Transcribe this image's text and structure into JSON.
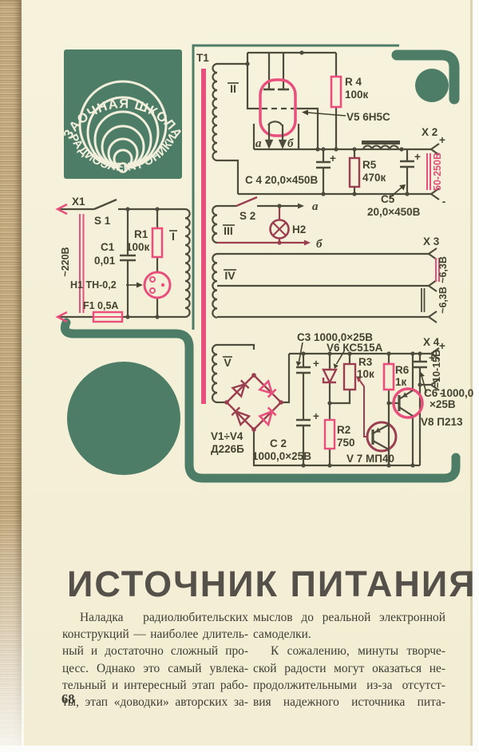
{
  "page": {
    "number": "68",
    "title": "ИСТОЧНИК ПИТАНИЯ"
  },
  "logo": {
    "arc_top": "ЗАОЧНАЯ ШКОЛА",
    "arc_bottom": "РАДИОЭЛЕКТРОНИКИ"
  },
  "colors": {
    "green": "#4d7d66",
    "pink": "#e84f7c",
    "maroon": "#9a3e50",
    "wire": "#4e4c3d",
    "cream": "#f4f0d9"
  },
  "schematic": {
    "labels": {
      "plus": "+",
      "minus": "-",
      "t1": "Т1",
      "x1": "X1",
      "s1": "S 1",
      "c1": "С1",
      "c1v": "0,01",
      "r1": "R1",
      "r1v": "100к",
      "w1": "I",
      "h1": "Н1 ТН-0,2",
      "f1": "F1 0,5А",
      "v220": "~220В",
      "w2": "II",
      "v5": "V5 6Н5С",
      "r4": "R 4",
      "r4v": "100к",
      "tube_a": "а",
      "tube_b": "б",
      "c4": "С 4 20,0×450В",
      "r5": "R5",
      "r5v": "470к",
      "c5": "С5",
      "c5v": "20,0×450В",
      "x2": "X 2",
      "x2v": "50-250В",
      "s2": "S 2",
      "h2": "Н2",
      "arr_a": "а",
      "arr_b": "б",
      "w3": "III",
      "w4": "IV",
      "x3": "X 3",
      "v63a": "~6,3В",
      "v63b": "~6,3В",
      "w5": "V",
      "v14": "V1÷V4",
      "v14t": "Д226Б",
      "c2": "С 2",
      "c2v": "1000,0×25В",
      "c3": "С3 1000,0×25В",
      "v6": "V6 КС515А",
      "r3": "R3",
      "r3v": "10к",
      "r2": "R2",
      "r2v": "750",
      "r6": "R6",
      "r6v": "1к",
      "v7": "V 7 МП40",
      "v8": "V8 П213",
      "c6": "С6 1000,0",
      "c6v": "×25В",
      "x4": "X 4",
      "x4v": "=10-15В"
    }
  },
  "article": {
    "left_lines": [
      "Наладка радиолюбительских",
      "конструкций — наиболее длитель-",
      "ный и достаточно сложный про-",
      "цесс. Однако это самый увлека-",
      "тельный и интересный этап рабо-",
      "ты, этап «доводки» авторских за-"
    ],
    "right_lines": [
      "мыслов до реальной электронной",
      "самоделки.",
      "К сожалению, минуты творче-",
      "ской радости могут оказаться не-",
      "продолжительными из-за отсутст-",
      "вия надежного источника пита-"
    ]
  }
}
